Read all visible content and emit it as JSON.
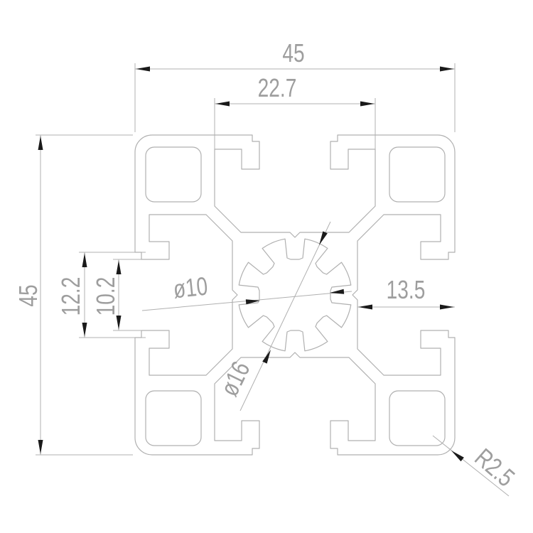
{
  "drawing": {
    "type": "technical-drawing",
    "subject": "45x45 aluminum T-slot extrusion profile cross-section",
    "colors": {
      "background": "#ffffff",
      "line": "#b0b0b0",
      "text": "#9e9e9e",
      "arrow": "#1a1a1a"
    },
    "dimensions": {
      "overall_width": "45",
      "slot_cavity_width": "22.7",
      "overall_height": "45",
      "slot_step_width": "12.2",
      "slot_opening_width": "10.2",
      "core_to_edge": "13.5",
      "center_bore_diameter": "ø10",
      "spline_bore_diameter": "ø16",
      "corner_radius": "R2.5"
    }
  }
}
